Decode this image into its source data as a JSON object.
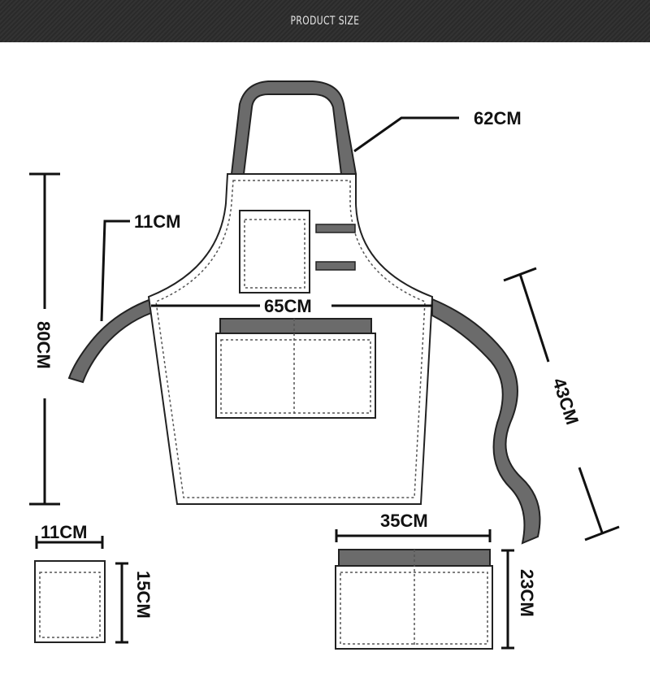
{
  "banner": {
    "title": "PRODUCT SIZE"
  },
  "labels": {
    "neck_strap": "62CM",
    "pocket_offset": "11CM",
    "width": "65CM",
    "length": "80CM",
    "waist_strap": "43CM",
    "small_pocket_width": "11CM",
    "small_pocket_height": "15CM",
    "big_pocket_width": "35CM",
    "big_pocket_height": "23CM"
  },
  "colors": {
    "strap": "#6b6b6b",
    "stitch": "#555555",
    "outline": "#222222"
  }
}
